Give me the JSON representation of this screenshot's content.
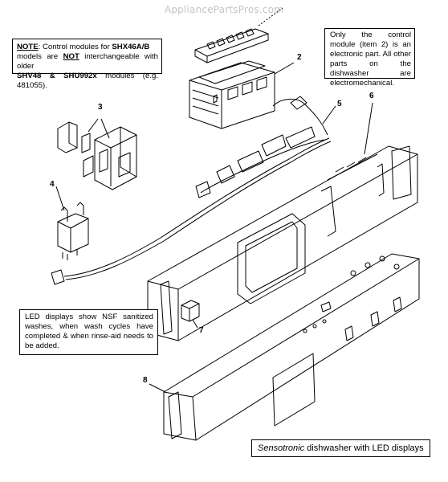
{
  "watermark": "AppliancePartsPros.com",
  "note_left": {
    "label": "NOTE",
    "line1_rest": ":  Control modules for ",
    "line1_bold": "SHX46A/B",
    "line2_a": "models are ",
    "line2_not": "NOT",
    "line2_b": " interchangeable with older",
    "line3_bold": "SHV48 & SHU992x",
    "line3_rest": " modules (e.g. 481055)."
  },
  "note_right": {
    "text": "Only the control module (item 2) is an electronic part.  All other parts on the dishwasher are electromechanical."
  },
  "note_led": {
    "text": "LED displays show NSF sanitized washes, when wash cycles have completed & when rinse-aid needs to be added."
  },
  "caption": {
    "italic": "Sensotronic",
    "rest": " dishwasher with LED displays"
  },
  "callouts": [
    "2",
    "3",
    "4",
    "5",
    "6",
    "7",
    "8"
  ]
}
